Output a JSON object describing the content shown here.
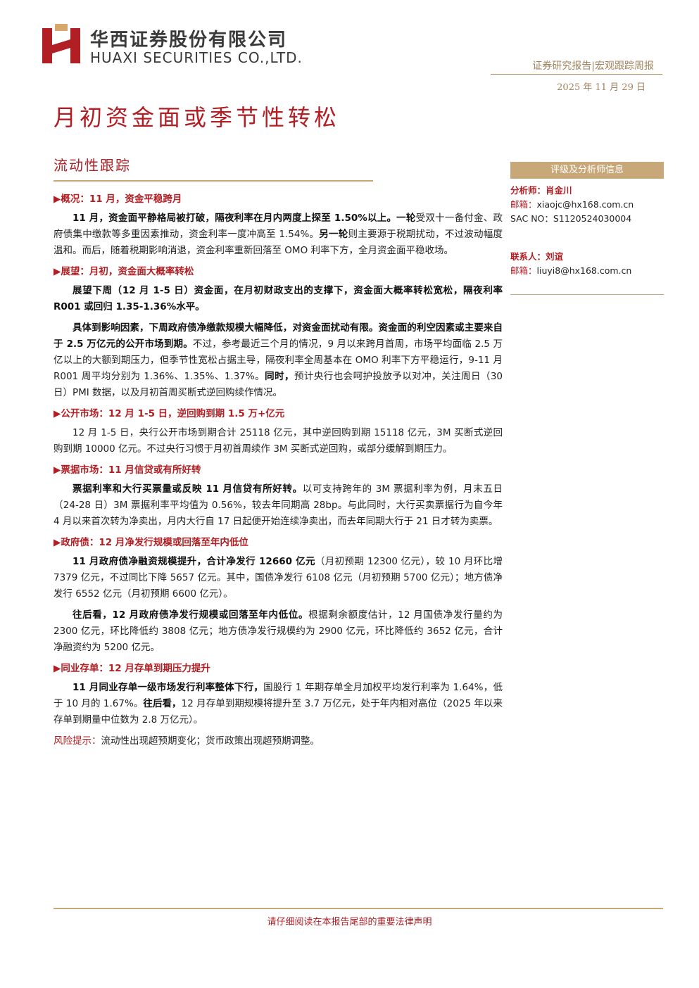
{
  "header": {
    "company_cn": "华西证券股份有限公司",
    "company_en": "HUAXI SECURITIES CO.,LTD.",
    "report_type": "证券研究报告|宏观跟踪周报",
    "date": "2025 年 11 月 29 日",
    "brand_color": "#b11e23",
    "accent_color": "#c8a878"
  },
  "title": "月初资金面或季节性转松",
  "section": "流动性跟踪",
  "sections": [
    {
      "heading": "▶概况：11 月，资金平稳跨月",
      "paras": [
        [
          {
            "t": "11 月，资金面平静格局被打破，隔夜利率在月内两度上探至 1.50%以上。一轮",
            "b": true
          },
          {
            "t": "受双十一备付金、政府债集中缴款等多重因素推动，资金利率一度冲高至 1.54%。",
            "b": false
          },
          {
            "t": "另一轮",
            "b": true
          },
          {
            "t": "则主要源于税期扰动，不过波动幅度温和。而后，随着税期影响消退，资金利率重新回落至 OMO 利率下方，全月资金面平稳收场。",
            "b": false
          }
        ]
      ]
    },
    {
      "heading": "▶展望：月初，资金面大概率转松",
      "paras": [
        [
          {
            "t": "展望下周（12 月 1-5 日）资金面，在月初财政支出的支撑下，资金面大概率转松宽松，隔夜利率 R001 或回归 1.35-1.36%水平。",
            "b": true
          }
        ],
        [
          {
            "t": "具体到影响因素，下周政府债净缴款规模大幅降低，对资金面扰动有限。资金面的利空因素或主要来自于 2.5 万亿元的公开市场到期。",
            "b": true
          },
          {
            "t": "不过，参考最近三个月的情况，9 月以来跨月首周，市场平均面临 2.5 万亿以上的大额到期压力，但季节性宽松占据主导，隔夜利率全周基本在 OMO 利率下方平稳运行，9-11 月 R001 周平均分别为 1.36%、1.35%、1.37%。",
            "b": false
          },
          {
            "t": "同时，",
            "b": true
          },
          {
            "t": "预计央行也会呵护投放予以对冲，关注周日（30 日）PMI 数据，以及月初首周买断式逆回购续作情况。",
            "b": false
          }
        ]
      ]
    },
    {
      "heading": "▶公开市场：12 月 1-5 日，逆回购到期 1.5 万+亿元",
      "paras": [
        [
          {
            "t": "12 月 1-5 日，央行公开市场到期合计 25118 亿元，其中逆回购到期 15118 亿元，3M 买断式逆回购到期 10000 亿元。不过央行习惯于月初首周续作 3M 买断式逆回购，或部分缓解到期压力。",
            "b": false
          }
        ]
      ]
    },
    {
      "heading": "▶票据市场：11 月信贷或有所好转",
      "paras": [
        [
          {
            "t": "票据利率和大行买票量或反映 11 月信贷有所好转。",
            "b": true
          },
          {
            "t": "以可支持跨年的 3M 票据利率为例，月末五日（24-28 日）3M 票据利率平均值为 0.56%，较去年同期高 28bp。与此同时，大行买卖票据行为自今年 4 月以来首次转为净卖出，月内大行自 17 日起便开始连续净卖出，而去年同期大行于 21 日才转为卖票。",
            "b": false
          }
        ]
      ]
    },
    {
      "heading": "▶政府债：12 月净发行规模或回落至年内低位",
      "paras": [
        [
          {
            "t": "11 月政府债净融资规模提升，合计净发行 12660 亿元",
            "b": true
          },
          {
            "t": "（月初预期 12300 亿元），较 10 月环比增 7379 亿元，不过同比下降 5657 亿元。其中，国债净发行 6108 亿元（月初预期 5700 亿元）；地方债净发行 6552 亿元（月初预期 6600 亿元）。",
            "b": false
          }
        ],
        [
          {
            "t": "往后看，12 月政府债净发行规模或回落至年内低位。",
            "b": true
          },
          {
            "t": "根据剩余额度估计，12 月国债净发行量约为 2300 亿元，环比降低约 3808 亿元；地方债净发行规模约为 2900 亿元，环比降低约 3652 亿元，合计净融资约为 5200 亿元。",
            "b": false
          }
        ]
      ]
    },
    {
      "heading": "▶同业存单：12 月存单到期压力提升",
      "paras": [
        [
          {
            "t": "11 月同业存单一级市场发行利率整体下行，",
            "b": true
          },
          {
            "t": "国股行 1 年期存单全月加权平均发行利率为 1.64%，低于 10 月的 1.67%。",
            "b": false
          },
          {
            "t": "往后看，",
            "b": true
          },
          {
            "t": "12 月存单到期规模将提升至 3.7 万亿元，处于年内相对高位（2025 年以来存单到期量中位数为 2.8 万亿元）。",
            "b": false
          }
        ]
      ]
    }
  ],
  "risk": {
    "label": "风险提示：",
    "text": "流动性出现超预期变化；货币政策出现超预期调整。"
  },
  "sidebar": {
    "header": "评级及分析师信息",
    "analyst_label": "分析师：",
    "analyst_name": "肖金川",
    "email_label": "邮箱：",
    "analyst_email": "xiaojc@hx168.com.cn",
    "sac": "SAC NO：S1120524030004",
    "contact_label": "联系人：",
    "contact_name": "刘谊",
    "contact_email_label": "邮箱：",
    "contact_email": "liuyi8@hx168.com.cn"
  },
  "footer": "请仔细阅读在本报告尾部的重要法律声明"
}
